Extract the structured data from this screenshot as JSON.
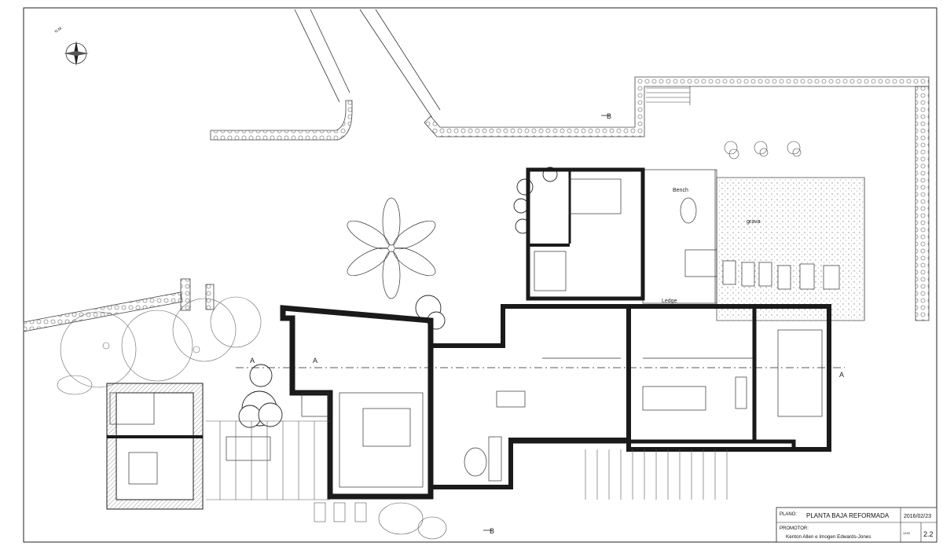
{
  "north": {
    "label": "N.M."
  },
  "sections": {
    "a": "A",
    "b": "B"
  },
  "labels": {
    "bench": "Bench",
    "ledge": "Ledge",
    "grava": "grava"
  },
  "title_block": {
    "plano_label": "PLANO:",
    "plano_value": "PLANTA BAJA REFORMADA",
    "date": "2016/02/23",
    "promotor_label": "PROMOTOR:",
    "promotor_value": "Kenton Allen e Imogen Edwards-Jones",
    "scale_label": "1/100",
    "sheet": "2.2"
  },
  "colors": {
    "line": "#1a1a1a",
    "hatch": "#9a9a9a",
    "paper": "#ffffff"
  }
}
